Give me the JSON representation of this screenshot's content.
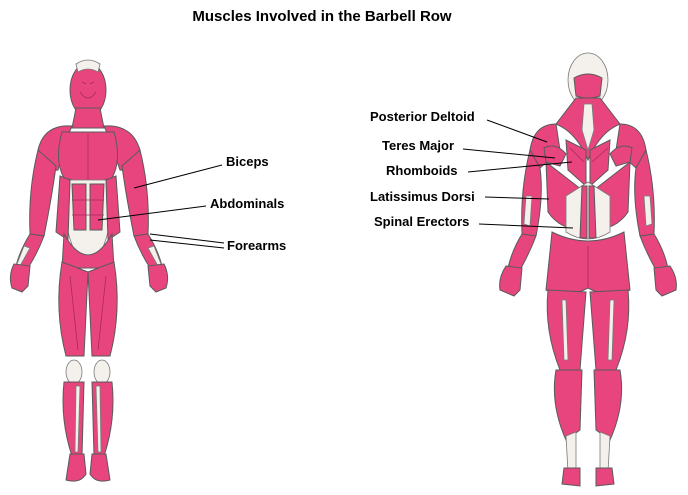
{
  "title": "Muscles Involved in the Barbell Row",
  "colors": {
    "muscle": "#e8457f",
    "muscle_dark": "#c02a62",
    "tendon": "#f4f1ec",
    "outline": "#4a4a4a",
    "line": "#000000"
  },
  "front_view": {
    "labels": {
      "biceps": "Biceps",
      "abdominals": "Abdominals",
      "forearms": "Forearms"
    }
  },
  "back_view": {
    "labels": {
      "posterior_deltoid": "Posterior Deltoid",
      "teres_major": "Teres Major",
      "rhomboids": "Rhomboids",
      "latissimus_dorsi": "Latissimus Dorsi",
      "spinal_erectors": "Spinal Erectors"
    }
  }
}
